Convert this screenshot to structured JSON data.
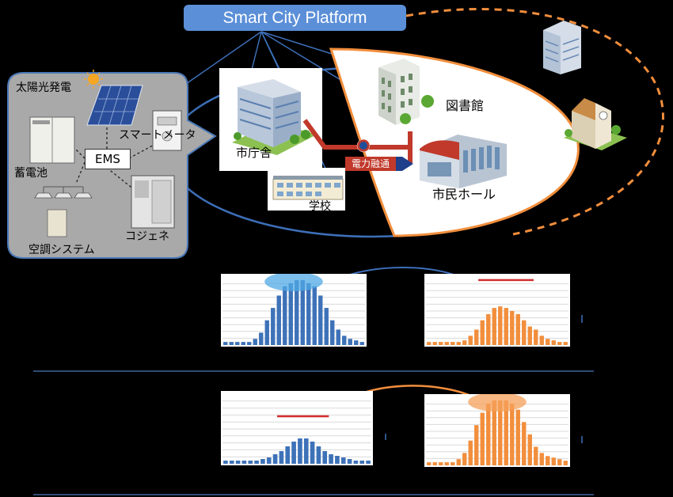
{
  "platform": {
    "label": "Smart City Platform"
  },
  "facility_group": {
    "solar_label": "太陽光発電",
    "smart_meter_label": "スマートメータ",
    "ems_label": "EMS",
    "battery_label": "蓄電池",
    "hvac_label": "空調システム",
    "cogen_label": "コジェネ"
  },
  "buildings": {
    "city_hall": "市庁舎",
    "school": "学校",
    "library": "図書館",
    "civic_hall": "市民ホール",
    "power_interchange": "電力融通"
  },
  "colors": {
    "platform": "#5b8fd8",
    "blue_series": "#3d72b8",
    "orange_series": "#f28e3c",
    "peak_line": "#d32f2f",
    "ems_panel": "#a9a9a9",
    "outline_blue": "#4a78b8",
    "outline_orange": "#f28e3c"
  },
  "icons": [
    "sun-icon",
    "solar-panel-icon",
    "smart-meter-icon",
    "battery-cabinet-icon",
    "ac-unit-icon",
    "cogeneration-icon",
    "office-building-icon",
    "school-icon",
    "library-icon",
    "civic-hall-icon",
    "city-building-icon"
  ],
  "chart_data": [
    {
      "type": "bar",
      "series_color": "blue",
      "values": [
        1,
        1,
        1,
        1,
        1,
        2,
        4,
        8,
        12,
        16,
        19,
        20,
        21,
        21,
        20,
        19,
        16,
        12,
        8,
        5,
        3,
        2,
        1.5,
        1
      ],
      "ylim": [
        0,
        22
      ],
      "peak_highlight": "ellipse",
      "arrow_to": "chart-2"
    },
    {
      "type": "bar",
      "series_color": "orange",
      "values": [
        1,
        1,
        1,
        1,
        1,
        1,
        1.5,
        3,
        5,
        8,
        10,
        12,
        12.5,
        12,
        11,
        10,
        8,
        6,
        5,
        3,
        2,
        1.5,
        1,
        1
      ],
      "ylim": [
        0,
        22
      ],
      "peak_limit_line": 21
    },
    {
      "type": "bar",
      "series_color": "blue",
      "values": [
        1,
        1,
        1,
        1,
        1,
        1,
        1.5,
        2,
        3,
        4,
        5.5,
        7,
        8,
        8,
        7,
        5.5,
        4,
        3,
        2.5,
        2,
        1.5,
        1,
        1,
        1
      ],
      "ylim": [
        0,
        22
      ],
      "peak_limit_line": 15
    },
    {
      "type": "bar",
      "series_color": "orange",
      "values": [
        1,
        1,
        1,
        1,
        1,
        2,
        4,
        8,
        13,
        17,
        20,
        21,
        21,
        21,
        20,
        18,
        14,
        10,
        6,
        4,
        3,
        2.5,
        2,
        1.5
      ],
      "ylim": [
        0,
        22
      ],
      "peak_highlight": "ellipse",
      "arrow_to": "chart-3"
    }
  ]
}
